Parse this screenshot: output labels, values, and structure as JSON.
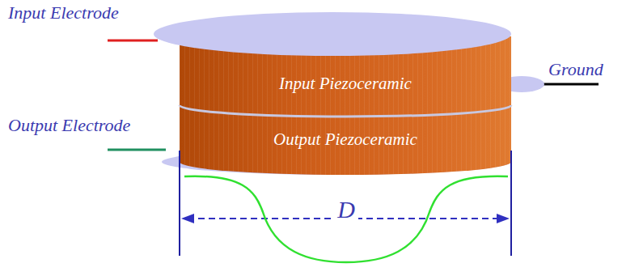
{
  "diagram": {
    "nodes": [
      {
        "text": [
          "Input Piezoceramic"
        ]
      },
      {
        "text": [
          "Output Piezoceramic"
        ]
      }
    ],
    "labels": [
      "Input Electrode",
      "Ground",
      "Output Electrode",
      "D"
    ]
  }
}
